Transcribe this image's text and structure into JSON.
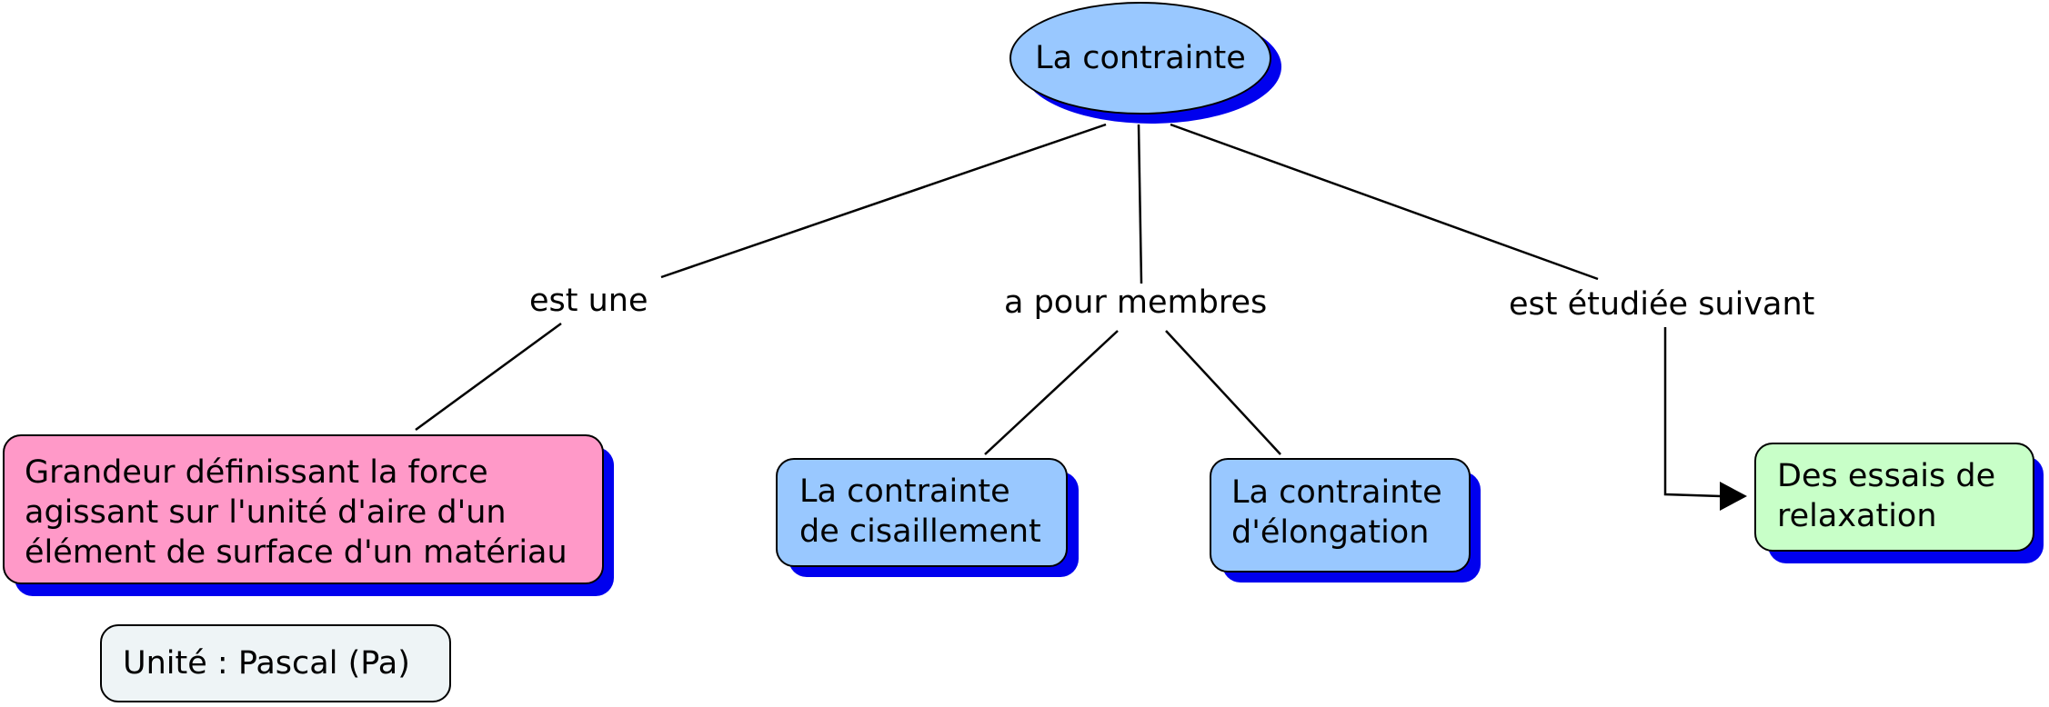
{
  "root": {
    "text": "La contrainte",
    "fill": "#99c8ff"
  },
  "linking_phrases": {
    "est_une": "est une",
    "a_pour_membres": "a pour membres",
    "est_etudiee_suivant": "est étudiée suivant"
  },
  "concepts": {
    "definition": {
      "text": "Grandeur définissant la force agissant sur l'unité d'aire d'un élément de surface d'un matériau",
      "fill": "#ff99c8"
    },
    "unit": {
      "text": "Unité : Pascal (Pa)",
      "fill": "#eef4f6"
    },
    "cisaillement": {
      "text": "La contrainte de cisaillement",
      "fill": "#99c8ff"
    },
    "elongation": {
      "text": "La contrainte d'élongation",
      "fill": "#99c8ff"
    },
    "relaxation": {
      "text": "Des essais de relaxation",
      "fill": "#c8ffc8"
    }
  },
  "colors": {
    "shadow": "#0000ee",
    "stroke": "#000000"
  }
}
